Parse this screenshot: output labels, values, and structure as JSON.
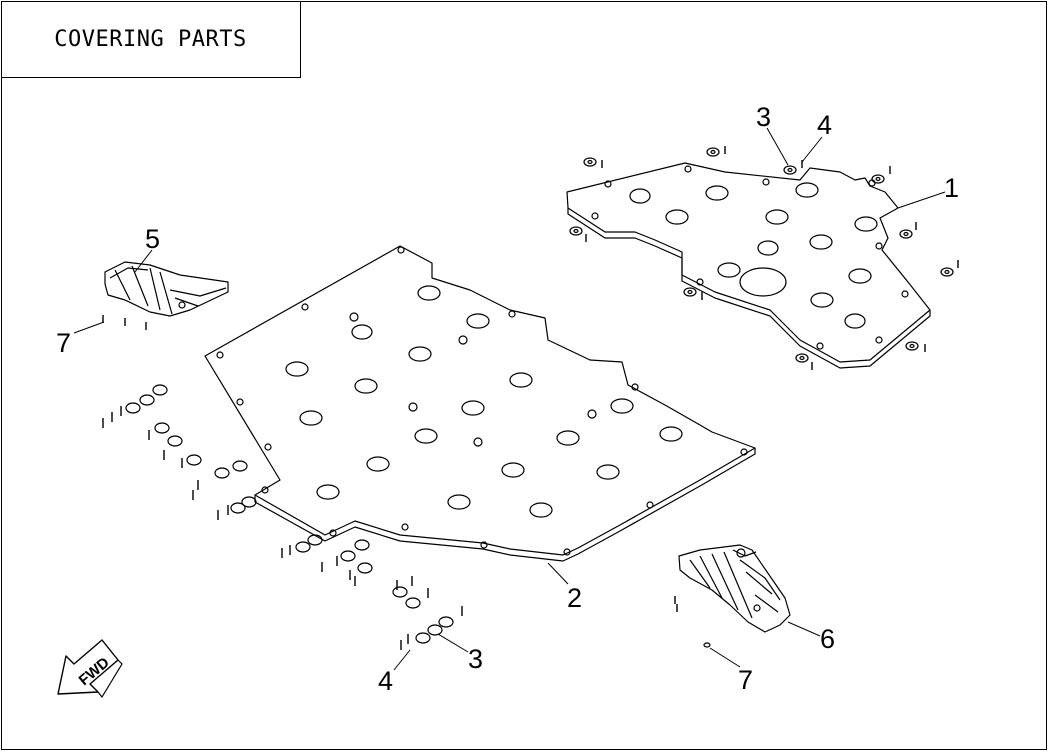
{
  "title": "COVERING PARTS",
  "fwd_label": "FWD",
  "callouts": [
    {
      "id": "c1",
      "text": "1"
    },
    {
      "id": "c2",
      "text": "2"
    },
    {
      "id": "c3a",
      "text": "3"
    },
    {
      "id": "c4a",
      "text": "4"
    },
    {
      "id": "c5",
      "text": "5"
    },
    {
      "id": "c7a",
      "text": "7"
    },
    {
      "id": "c3b",
      "text": "3"
    },
    {
      "id": "c4b",
      "text": "4"
    },
    {
      "id": "c6",
      "text": "6"
    },
    {
      "id": "c7b",
      "text": "7"
    }
  ],
  "colors": {
    "line": "#000000",
    "background": "#ffffff"
  }
}
